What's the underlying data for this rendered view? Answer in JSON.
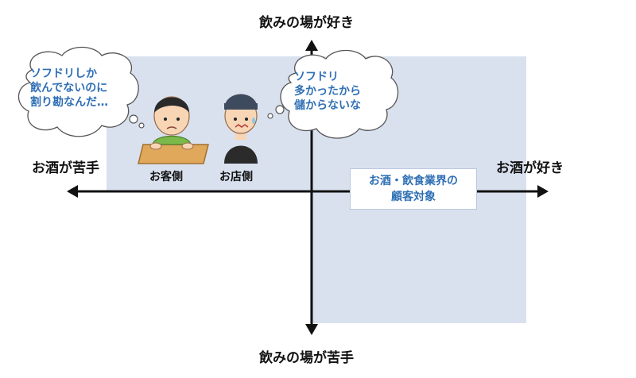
{
  "axis": {
    "top": "飲みの場が好き",
    "bottom": "飲みの場が苦手",
    "left": "お酒が苦手",
    "right": "お酒が好き"
  },
  "people": {
    "customer": "お客側",
    "shop": "お店側"
  },
  "bubbles": {
    "customer": [
      "ソフドリしか",
      "飲んでないのに",
      "割り勘なんだ…"
    ],
    "shop": [
      "ソフドリ",
      "多かったから",
      "儲からないな"
    ]
  },
  "target": [
    "お酒・飲食業界の",
    "顧客対象"
  ],
  "colors": {
    "quadrant": "#d9e1ef",
    "accent": "#2f6fb5",
    "axis": "#111111"
  }
}
